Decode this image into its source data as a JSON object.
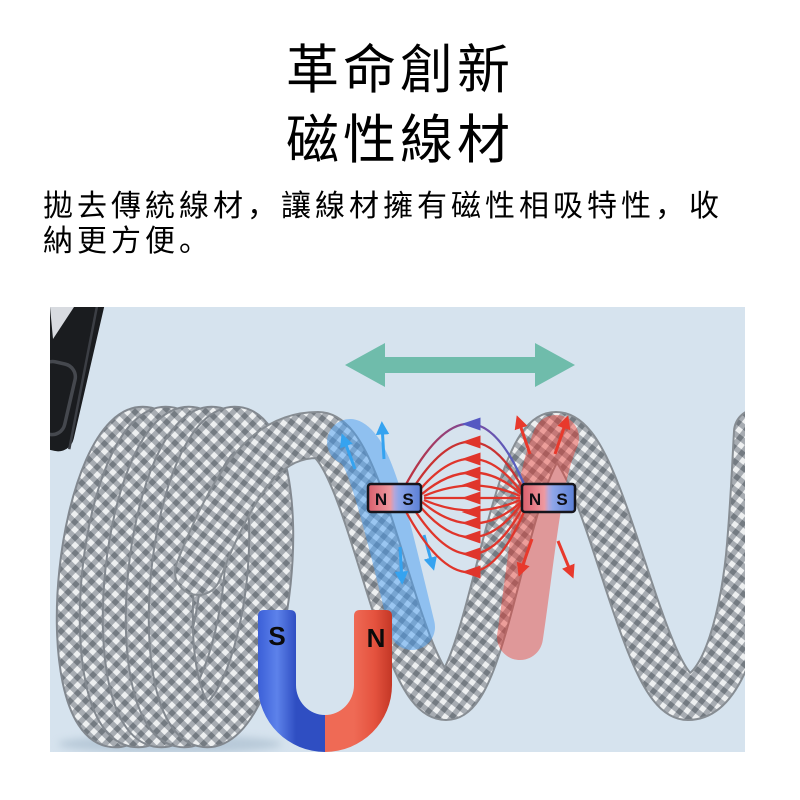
{
  "header": {
    "title_lines": [
      "革命創新",
      "磁性線材"
    ],
    "description_lines": [
      "拋去傳統線材，讓線材擁有磁性相吸特性，收",
      "納更方便。"
    ]
  },
  "illustration": {
    "background_color": "#d6e3ee",
    "icons": {
      "motion_arrow": "left-right-double-arrow",
      "bar_magnet": "bar-magnet-ns",
      "horseshoe_magnet": "u-shaped-magnet",
      "field_lines": "magnetic-field-lines"
    },
    "motion_arrow_color": "#6fbcab",
    "field_line_color": "#e0352b",
    "bar_magnet_left": {
      "pole_left": "N",
      "pole_right": "S"
    },
    "bar_magnet_right": {
      "pole_left": "N",
      "pole_right": "S"
    },
    "horseshoe_magnet": {
      "pole_left": "S",
      "pole_right": "N",
      "s_leg_color": "#3f63d6",
      "n_leg_color": "#e2503c"
    },
    "bar_pole_colors": {
      "n": "#e26b77",
      "s": "#5c85dd"
    },
    "cable": {
      "braid_light": "#edeff0",
      "braid_mid": "#a7acb2",
      "braid_dark": "#747b82",
      "connector_color": "#1a1c1f",
      "blue_field_tint": "#489ef2",
      "red_field_tint": "#ec3c30"
    }
  }
}
